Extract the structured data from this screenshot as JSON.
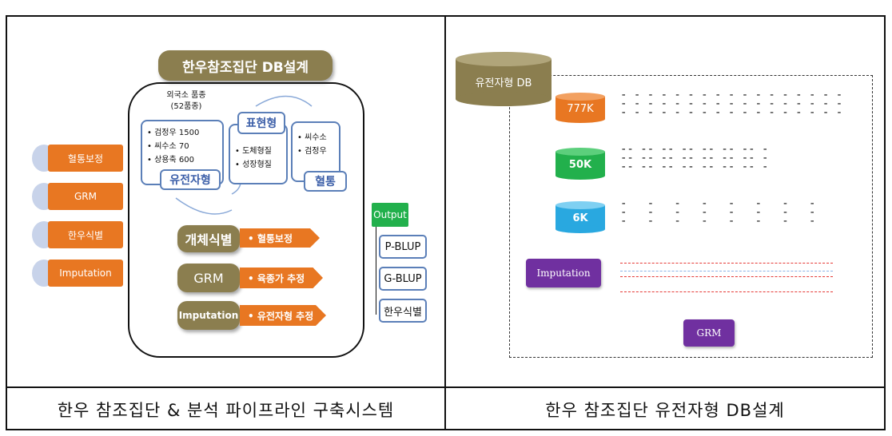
{
  "captions": {
    "left": "한우 참조집단 & 분석 파이프라인 구축시스템",
    "right": "한우 참조집단 유전자형 DB설계"
  },
  "left_panel": {
    "title": "한우참조집단 DB설계",
    "foreign_breeds": [
      "외국소 품종",
      "(52품종)"
    ],
    "genotype_items": [
      "• 검정우 1500",
      "• 씨수소 70",
      "• 상용축 600"
    ],
    "genotype_label": "유전자형",
    "phenotype_label": "표현형",
    "phenotype_items": [
      "• 도체형질",
      "• 성장형질"
    ],
    "pedigree_items": [
      "• 씨수소",
      "• 검정우"
    ],
    "pedigree_label": "혈통",
    "side_buttons": [
      "혈통보정",
      "GRM",
      "한우식별",
      "Imputation"
    ],
    "pipeline": [
      {
        "name": "개체식별",
        "arrow": "• 혈통보정"
      },
      {
        "name": "GRM",
        "arrow": "• 육종가 추정"
      },
      {
        "name": "Imputation",
        "arrow": "• 유전자형 추정"
      }
    ],
    "output_label": "Output",
    "outputs": [
      "P-BLUP",
      "G-BLUP",
      "한우식별"
    ]
  },
  "right_panel": {
    "db_label": "유전자형 DB",
    "chips": [
      {
        "label": "777K",
        "color": "#e87722"
      },
      {
        "label": "50K",
        "color": "#22b04c"
      },
      {
        "label": "6K",
        "color": "#29a8e0"
      }
    ],
    "imputation_label": "Imputation",
    "grm_label": "GRM",
    "colors": {
      "db": "#8b7e4f",
      "purple": "#7030a0",
      "red": "#e53935"
    }
  }
}
